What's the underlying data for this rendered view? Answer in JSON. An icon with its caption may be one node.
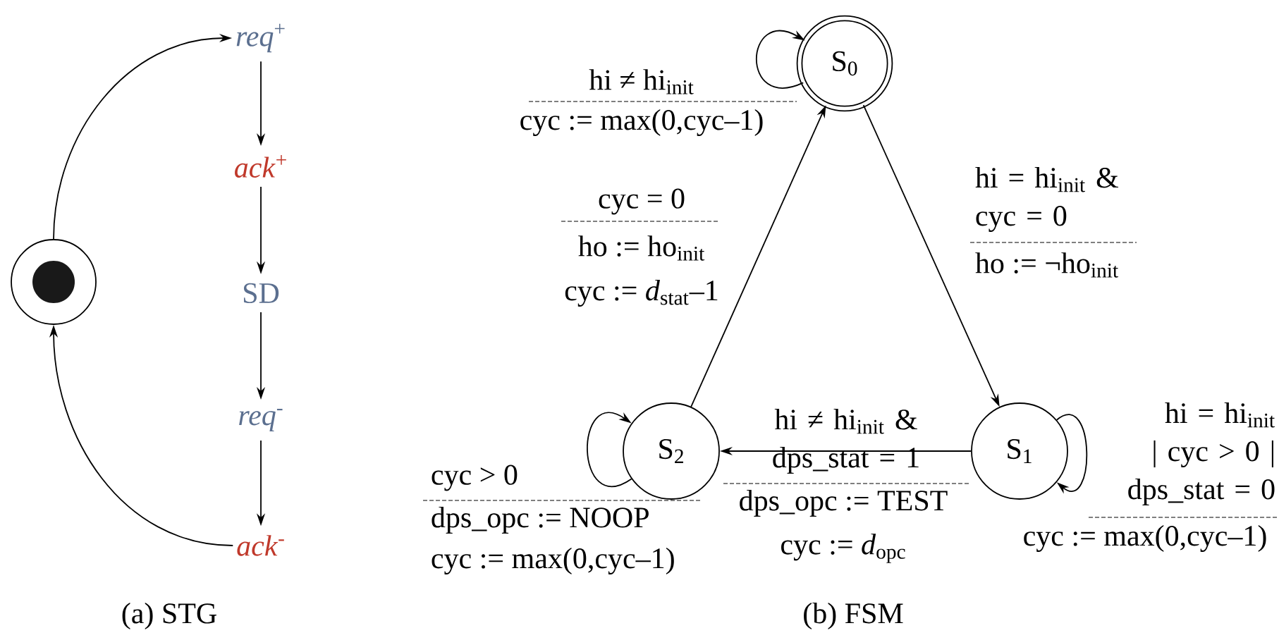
{
  "diagram": {
    "nodes": [
      {
        "text": [
          "*req*$^{+}$"
        ]
      },
      {
        "text": [
          "*ack*$^{+}$"
        ]
      },
      {
        "text": [
          "SD"
        ]
      },
      {
        "text": [
          "*req*$^{-}$"
        ]
      },
      {
        "text": [
          "*ack*$^{-}$"
        ]
      },
      {
        "text": [],
        "shape": "circle"
      },
      {
        "text": [
          "S$_{0}$"
        ]
      },
      {
        "text": [
          "S$_{1}$"
        ]
      },
      {
        "text": [
          "S$_{2}$"
        ]
      }
    ],
    "edges": [
      {
        "from": 0,
        "to": 1,
        "arrow": "to"
      },
      {
        "from": 1,
        "to": 2,
        "arrow": "to"
      },
      {
        "from": 2,
        "to": 3,
        "arrow": "to"
      },
      {
        "from": 3,
        "to": 4,
        "arrow": "to"
      },
      {
        "from": 5,
        "to": 0,
        "arrow": "to"
      },
      {
        "from": 4,
        "to": 5,
        "arrow": "to"
      },
      {
        "from": 6,
        "to": 6,
        "arrow": "to",
        "label": "hi ≠ hi$_{init}$"
      },
      {
        "from": 6,
        "to": 7,
        "arrow": "to",
        "label": "hi = hi$_{init}$ & cyc = 0"
      },
      {
        "from": 7,
        "to": 7,
        "arrow": "to",
        "label": "hi = hi$_{init}$ | cyc > 0 | dps_stat = 0"
      },
      {
        "from": 7,
        "to": 8,
        "arrow": "to",
        "label": "hi ≠ hi$_{init}$ & dps_stat = 1"
      },
      {
        "from": 8,
        "to": 8,
        "arrow": "to",
        "label": "cyc > 0"
      },
      {
        "from": 8,
        "to": 6,
        "arrow": "to",
        "label": "cyc = 0"
      }
    ],
    "labels": [
      "cyc := max(0,cyc–1)",
      "ho := ho$_{init}$",
      "cyc := *d*$_{stat}$–1",
      "ho := ¬ho$_{init}$",
      "dps_opc := TEST",
      "cyc := *d*$_{opc}$",
      "cyc := max(0,cyc–1)",
      "dps_opc := NOOP",
      "cyc := max(0,cyc–1)",
      "(a) STG",
      "(b) FSM"
    ]
  }
}
